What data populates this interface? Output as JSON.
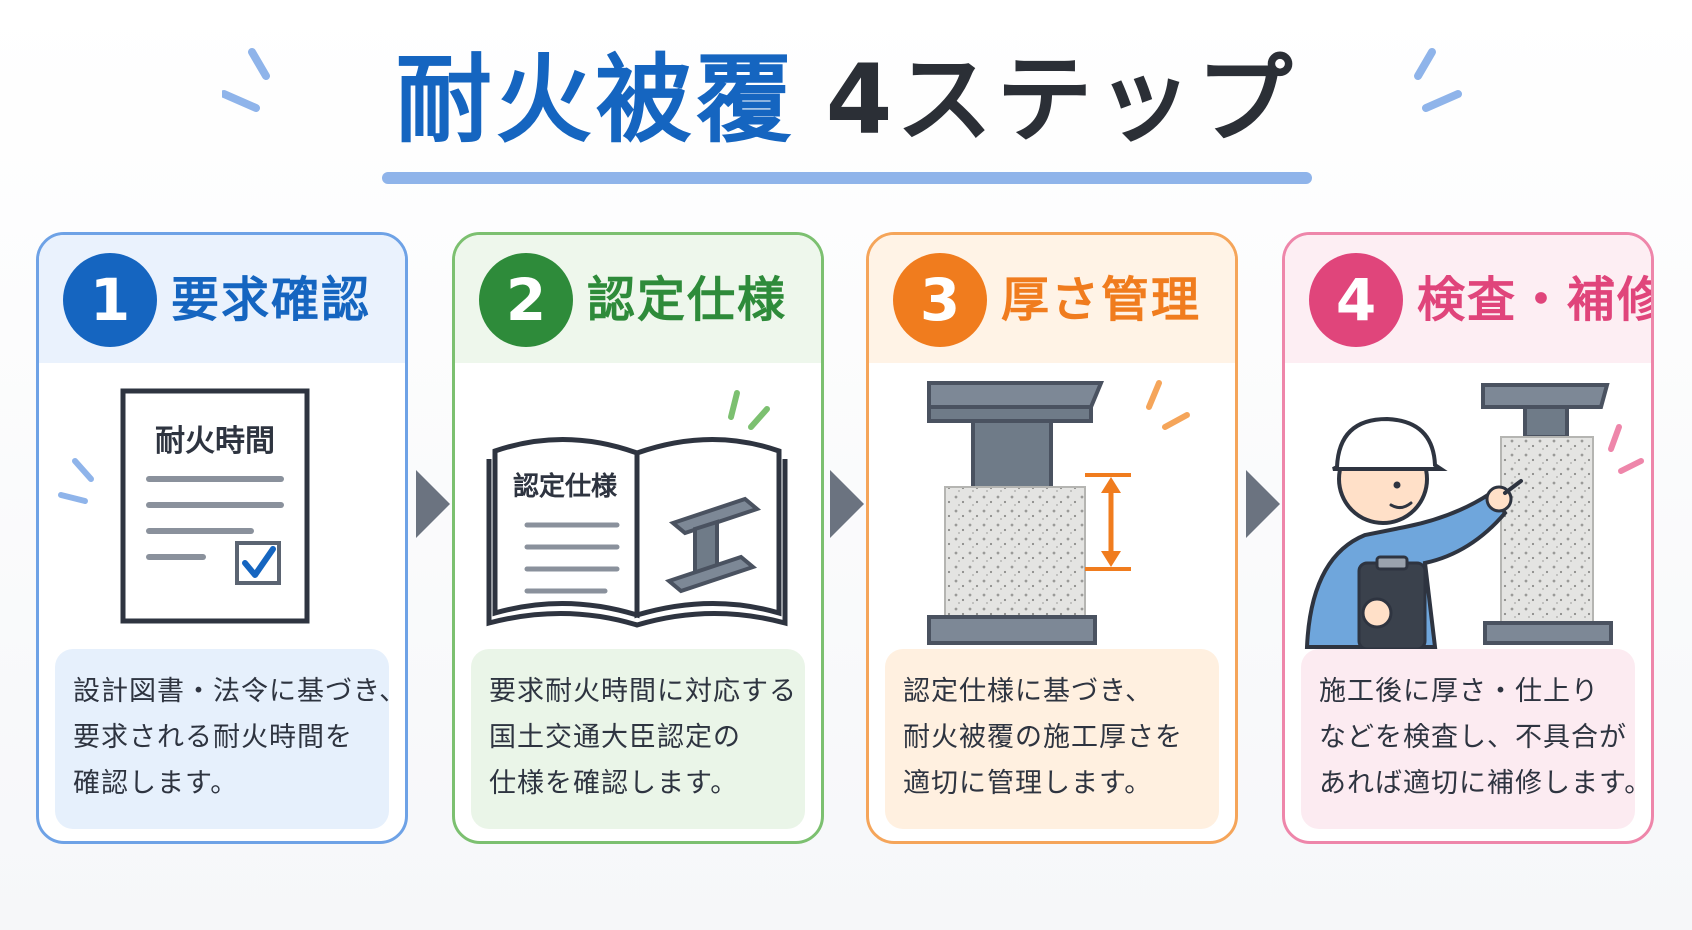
{
  "title": {
    "part1": "耐火被覆",
    "part2": "4ステップ"
  },
  "steps": [
    {
      "number": "1",
      "label": "要求確認",
      "color": "#1565c0",
      "head_bg": "#eaf2fd",
      "desc_bg": "#e6f0fc",
      "illus_text": "耐火時間",
      "illus_icon": "document-checklist-icon",
      "desc": [
        "設計図書・法令に基づき、",
        "要求される耐火時間を",
        "確認します。"
      ]
    },
    {
      "number": "2",
      "label": "認定仕様",
      "color": "#2e8b3a",
      "head_bg": "#eef7ec",
      "desc_bg": "#eaf5e8",
      "illus_text": "認定仕様",
      "illus_icon": "open-book-steel-beam-icon",
      "desc": [
        "要求耐火時間に対応する",
        "国土交通大臣認定の",
        "仕様を確認します。"
      ]
    },
    {
      "number": "3",
      "label": "厚さ管理",
      "color": "#f07c1e",
      "head_bg": "#fff3e6",
      "desc_bg": "#fff0e0",
      "illus_icon": "coated-column-thickness-icon",
      "desc": [
        "認定仕様に基づき、",
        "耐火被覆の施工厚さを",
        "適切に管理します。"
      ]
    },
    {
      "number": "4",
      "label": "検査・補修",
      "color": "#e0457b",
      "head_bg": "#fdeef3",
      "desc_bg": "#fcebf1",
      "illus_icon": "inspector-column-icon",
      "desc": [
        "施工後に厚さ・仕上り",
        "などを検査し、不具合が",
        "あれば適切に補修します。"
      ]
    }
  ],
  "colors": {
    "title_blue": "#1565c0",
    "title_dark": "#2b2f36",
    "arrow": "#6b7380",
    "steel": "#6f7b88"
  }
}
